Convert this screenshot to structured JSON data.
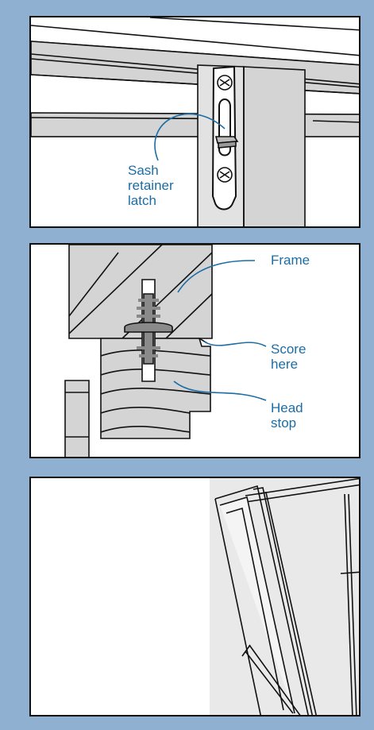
{
  "colors": {
    "background": "#8fb0d1",
    "callout_text": "#1b6da6",
    "wood_fill": "#d4d4d4",
    "wall_shade": "#e9e9e9",
    "outline": "#111111"
  },
  "panels": [
    {
      "callouts": [
        {
          "lines": [
            "Sash",
            "retainer",
            "latch"
          ]
        }
      ]
    },
    {
      "callouts": [
        {
          "lines": [
            "Frame"
          ]
        },
        {
          "lines": [
            "Score",
            "here"
          ]
        },
        {
          "lines": [
            "Head",
            "stop"
          ]
        }
      ]
    },
    {
      "callouts": []
    }
  ]
}
